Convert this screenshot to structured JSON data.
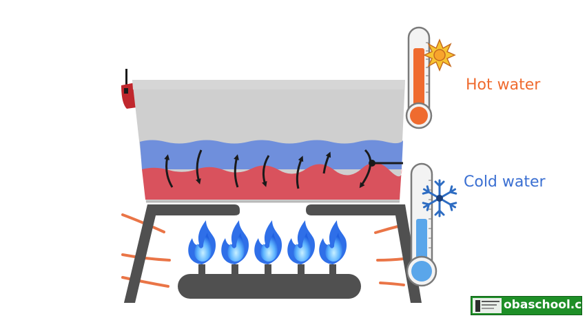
{
  "labels": {
    "hot_water": "Hot water",
    "cold_water": "Cold water"
  },
  "watermark": {
    "site": "obaschool.com"
  },
  "colors": {
    "hot_text": "#ef6b2f",
    "cold_text": "#3a6fd2",
    "hot_water_layer": "#d9525d",
    "cold_water_layer": "#6f8fdc",
    "pot": "#cfcfcf",
    "flame_outer": "#2f6fe8",
    "flame_inner": "#8fd6ff",
    "stove": "#505050",
    "heat_lines": "#ea7547",
    "watermark_bg": "#1e8f27"
  },
  "icons": [
    "sun-icon",
    "snowflake-icon",
    "thermometer-icon",
    "flame-icon",
    "arrow-icon"
  ]
}
